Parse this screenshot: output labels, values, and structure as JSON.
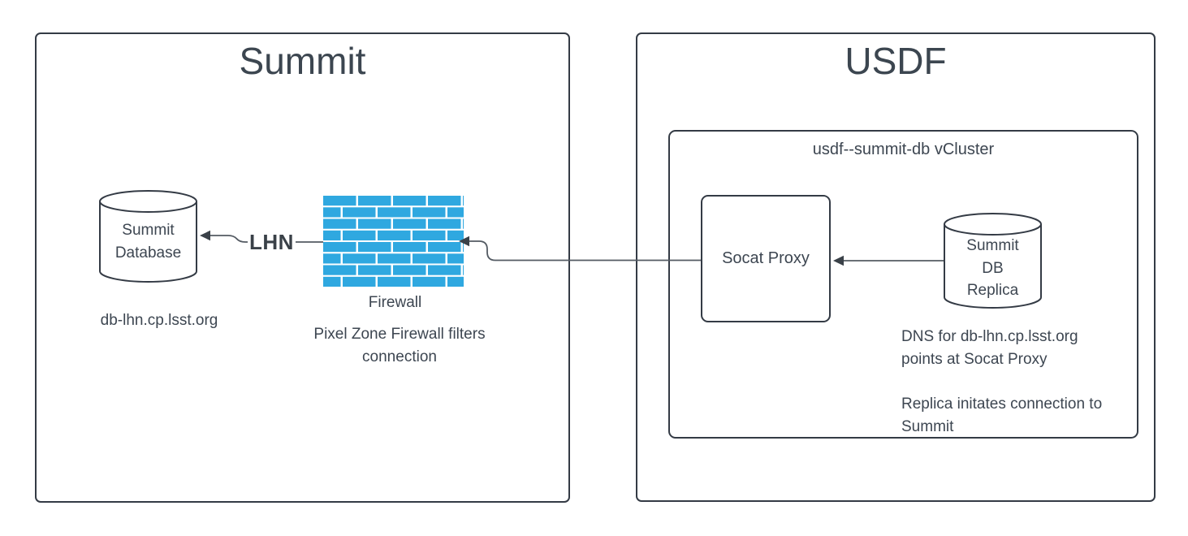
{
  "colors": {
    "ink": "#3d4651",
    "border": "#343b45",
    "connector_line": "#545b63",
    "arrowhead": "#3a4148",
    "firewall_brick": "#2fa8e0"
  },
  "summit": {
    "title": "Summit",
    "database": {
      "label": "Summit\nDatabase",
      "caption": "db-lhn.cp.lsst.org"
    },
    "link_label": "LHN",
    "firewall": {
      "label": "Firewall",
      "note": "Pixel Zone Firewall filters\nconnection"
    }
  },
  "usdf": {
    "title": "USDF",
    "vcluster": {
      "label": "usdf--summit-db vCluster"
    },
    "socat": {
      "label": "Socat Proxy"
    },
    "replica": {
      "label": "Summit\nDB\nReplica"
    },
    "notes": {
      "dns": "DNS for db-lhn.cp.lsst.org\npoints at Socat Proxy",
      "replica_flow": "Replica initates connection to\nSummit"
    }
  }
}
